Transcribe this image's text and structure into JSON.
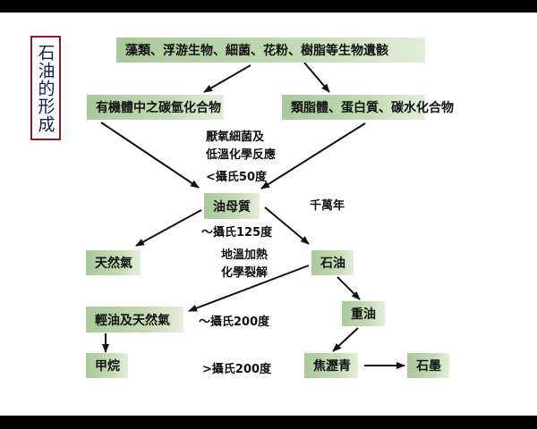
{
  "title": "石油的形成",
  "nodes": {
    "remains": "藻類、浮游生物、細菌、花粉、樹脂等生物遺骸",
    "hydrocarbons": "有機體中之碳氫化合物",
    "lipids": "類脂體、蛋白質、碳水化合物",
    "kerogen": "油母質",
    "natural_gas": "天然氣",
    "petroleum": "石油",
    "light_oil_gas": "輕油及天然氣",
    "heavy_oil": "重油",
    "methane": "甲烷",
    "pyrobitumen": "焦瀝青",
    "graphite": "石墨"
  },
  "labels": {
    "anaerobic_1": "厭氧細菌及",
    "anaerobic_2": "低溫化學反應",
    "temp_50": "<攝氏50度",
    "ten_million_years": "千萬年",
    "temp_125": "～攝氏125度",
    "heating_1": "地溫加熱",
    "heating_2": "化學裂解",
    "temp_200_approx": "～攝氏200度",
    "temp_200_above": ">攝氏200度"
  }
}
